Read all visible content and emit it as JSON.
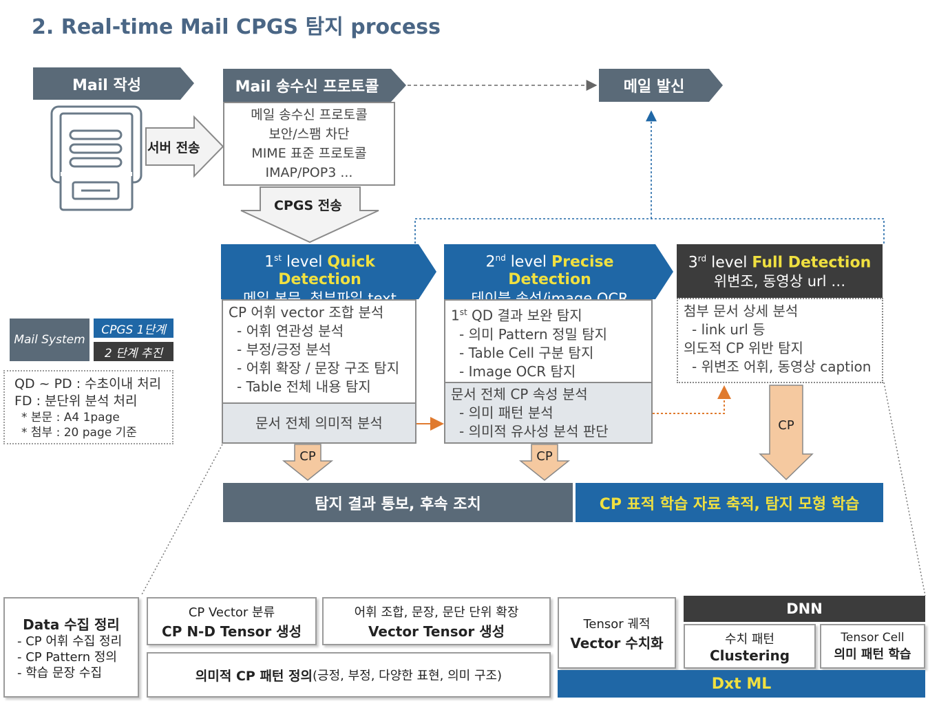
{
  "title": "2. Real-time Mail CPGS 탐지 process",
  "mail_compose": {
    "label": "Mail 작성"
  },
  "server_send": {
    "label": "서버 전송"
  },
  "mail_protocol": {
    "label": "Mail 송수신 프로토콜",
    "lines": [
      "메일 송수신 프로토콜",
      "보안/스팸 차단",
      "MIME 표준 프로토콜",
      "IMAP/POP3 ..."
    ]
  },
  "cpgs_send": {
    "label": "CPGS 전송"
  },
  "mail_send": {
    "label": "메일 발신"
  },
  "level1": {
    "num": "1",
    "sup": "st",
    "level": " level ",
    "name": "Quick Detection",
    "sub": "메일 본문, 첨부파일 text",
    "heading": "CP 어휘 vector 조합 분석",
    "items": [
      "- 어휘 연관성 분석",
      "- 부정/긍정 분석",
      "- 어휘 확장 / 문장 구조 탐지",
      "- Table 전체 내용 탐지"
    ],
    "footer": "문서 전체 의미적 분석"
  },
  "level2": {
    "num": "2",
    "sup": "nd",
    "level": " level ",
    "name": "Precise Detection",
    "sub": "테이블 속성/image OCR",
    "heading_num": "1",
    "heading_sup": "st",
    "heading_rest": " QD 결과 보완 탐지",
    "items": [
      "- 의미 Pattern 정밀 탐지",
      "- Table Cell 구분 탐지",
      "- Image OCR 탐지"
    ],
    "footer_heading": "문서 전체 CP 속성 분석",
    "footer_items": [
      "- 의미 패턴 분석",
      "- 의미적 유사성 분석 판단"
    ]
  },
  "level3": {
    "num": "3",
    "sup": "rd",
    "level": " level ",
    "name": "Full Detection",
    "sub": "위변조, 동영상 url …",
    "lines": [
      {
        "text": "첨부 문서 상세 분석",
        "indent": false
      },
      {
        "text": "- link url 등",
        "indent": true
      },
      {
        "text": "의도적 CP 위반 탐지",
        "indent": false
      },
      {
        "text": "- 위변조 어휘, 동영상 caption",
        "indent": true
      }
    ]
  },
  "cp_arrow_label": "CP",
  "result_bar": "탐지 결과 통보, 후속 조치",
  "learn_bar": "CP 표적 학습 자료 축적, 탐지 모형 학습",
  "legend": {
    "mail_system": "Mail System",
    "cpgs_stage1": "CPGS 1단계",
    "stage2": "2 단계 추진",
    "lines": [
      "QD ~ PD : 수초이내 처리",
      "FD : 분단위 분석 처리"
    ],
    "notes": [
      "* 본문 : A4 1page",
      "* 첨부 : 20 page 기준"
    ]
  },
  "bottom": {
    "data_collect": {
      "title": "Data 수집 정리",
      "items": [
        "- CP 어휘 수집 정리",
        "- CP Pattern 정의",
        "- 학습 문장 수집"
      ]
    },
    "cp_vector": {
      "line1": "CP Vector 분류",
      "line2": "CP N-D Tensor 생성"
    },
    "vocab_expand": {
      "line1": "어휘 조합, 문장, 문단 단위 확장",
      "line2": "Vector Tensor 생성"
    },
    "semantic_pattern": {
      "bold": "의미적 CP 패턴 정의",
      "rest": "(긍정, 부정, 다양한 표현, 의미 구조)"
    },
    "tensor_rule": {
      "line1": "Tensor 궤적",
      "line2": "Vector 수치화"
    },
    "dnn": "DNN",
    "numeric_pattern": {
      "line1": "수치 패턴",
      "line2": "Clustering"
    },
    "tensor_cell": {
      "line1": "Tensor Cell",
      "line2": "의미 패턴 학습"
    },
    "dxt_ml": "Dxt ML"
  },
  "colors": {
    "slate": "#5a6a78",
    "blue": "#1f67a6",
    "dark": "#3c3c3c",
    "highlight": "#f0e040",
    "arrow_peach": "#f5c9a0",
    "orange": "#e07a2e",
    "title": "#4a6685"
  }
}
